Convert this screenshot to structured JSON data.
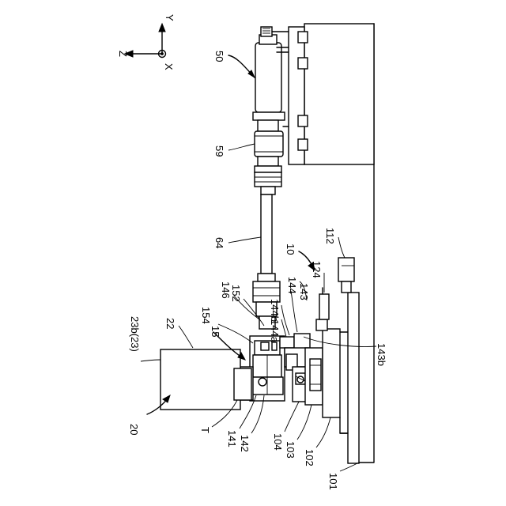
{
  "axes": {
    "y": "Y",
    "z": "Z",
    "x": "X"
  },
  "labels": {
    "l50": "50",
    "l59": "59",
    "l64": "64",
    "l10": "10",
    "l112": "112",
    "l124": "124",
    "l143": "143",
    "l144": "144",
    "l144b": "144b",
    "l144a": "144a",
    "l143b": "143b",
    "l146": "146",
    "l152": "152",
    "l154": "154",
    "l15": "15",
    "l22": "22",
    "l23b": "23b(23)",
    "l20": "20",
    "lT": "T",
    "l141": "141",
    "l142": "142",
    "l104": "104",
    "l103": "103",
    "l102": "102",
    "l101": "101"
  }
}
